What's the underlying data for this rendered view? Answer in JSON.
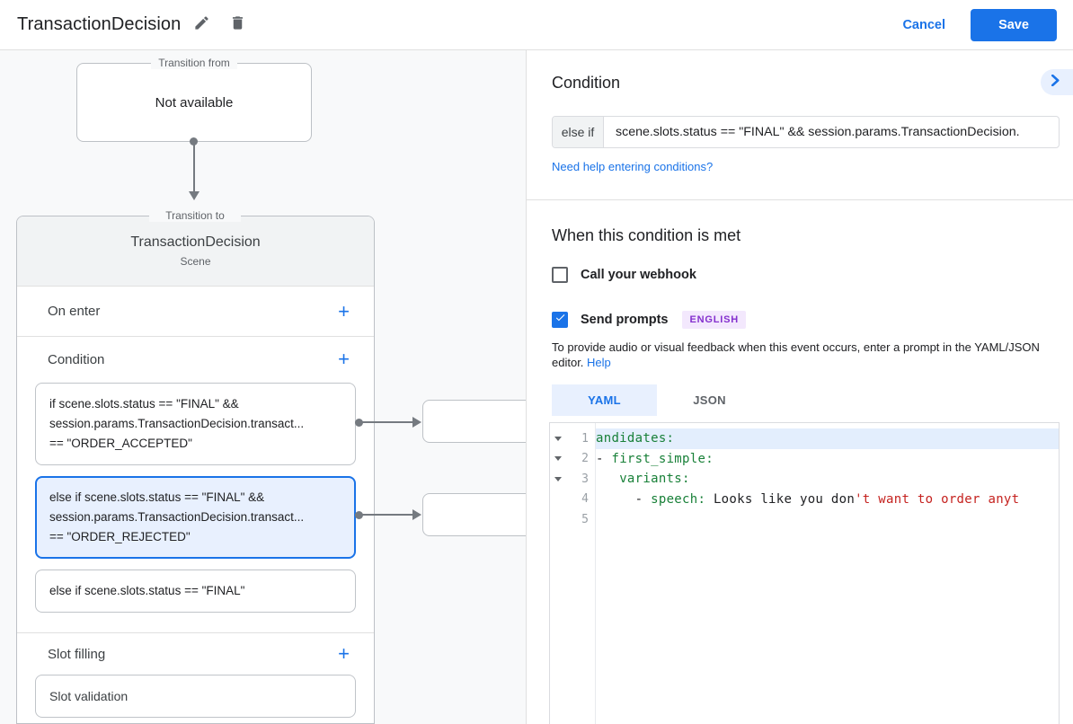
{
  "header": {
    "title": "TransactionDecision",
    "cancel_label": "Cancel",
    "save_label": "Save"
  },
  "flow": {
    "from_label": "Transition from",
    "from_value": "Not available",
    "to_label": "Transition to"
  },
  "scene": {
    "title": "TransactionDecision",
    "subtitle": "Scene",
    "add_symbol": "+",
    "on_enter_label": "On enter",
    "condition_label": "Condition",
    "conditions": [
      {
        "selected": false,
        "line1": "if scene.slots.status == \"FINAL\" &&",
        "line2": "session.params.TransactionDecision.transact...",
        "line3": "== \"ORDER_ACCEPTED\""
      },
      {
        "selected": true,
        "line1": "else if scene.slots.status == \"FINAL\" &&",
        "line2": "session.params.TransactionDecision.transact...",
        "line3": "== \"ORDER_REJECTED\""
      },
      {
        "selected": false,
        "line1": "else if scene.slots.status == \"FINAL\""
      }
    ],
    "slot_filling_label": "Slot filling",
    "slot_items": [
      {
        "label": "Slot validation"
      }
    ]
  },
  "panel": {
    "condition_heading": "Condition",
    "condition_prefix": "else if",
    "condition_value": "scene.slots.status == \"FINAL\" && session.params.TransactionDecision.",
    "help_link": "Need help entering conditions?",
    "when_heading": "When this condition is met",
    "webhook": {
      "label": "Call your webhook",
      "checked": false
    },
    "send_prompts": {
      "label": "Send prompts",
      "checked": true,
      "language_badge": "ENGLISH"
    },
    "feedback_text": "To provide audio or visual feedback when this event occurs, enter a prompt in the YAML/JSON editor.",
    "feedback_help_link": "Help",
    "tabs": [
      {
        "label": "YAML",
        "active": true
      },
      {
        "label": "JSON",
        "active": false
      }
    ]
  },
  "editor": {
    "lines": [
      {
        "num": "1",
        "key": "andidates:"
      },
      {
        "num": "2",
        "pre": "- ",
        "key": "first_simple:"
      },
      {
        "num": "3",
        "pre": "   ",
        "key": "variants:"
      },
      {
        "num": "4",
        "pre": "     - ",
        "key": "speech:",
        "plain": " Looks like you don",
        "str": "'t want to order anyt"
      },
      {
        "num": "5"
      }
    ]
  },
  "icons": {
    "edit-icon": "pencil",
    "delete-icon": "trash-can",
    "add-icon": "+",
    "chevron-right-icon": "›",
    "checkbox-checked-icon": "✓",
    "fold-arrow-icon": "▾",
    "connector-dot": "●",
    "arrow-down-connector": "▼",
    "arrow-right-connector": "▶"
  },
  "colors": {
    "accent": "#1a73e8",
    "accent_light_bg": "#e8f0fe",
    "selected_card_bg": "#e8f0fe",
    "canvas_bg": "#f8f9fa",
    "scene_header_bg": "#f1f3f4",
    "badge_bg": "#f3e8fd",
    "badge_text": "#8430ce",
    "code_key": "#188038",
    "code_string": "#c5221f",
    "line_highlight": "#e3eefd"
  }
}
